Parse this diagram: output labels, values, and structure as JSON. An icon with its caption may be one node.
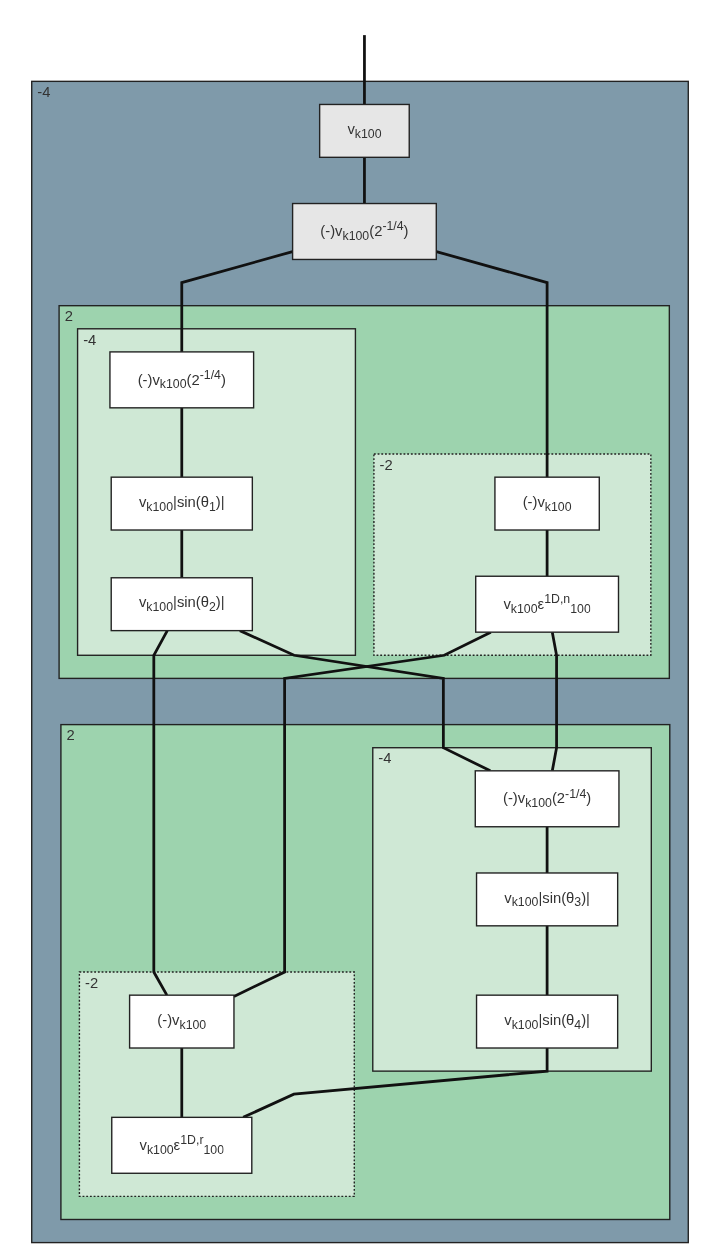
{
  "diagram": {
    "nodes": [
      {
        "text": [
          "-4"
        ]
      },
      {
        "text": [
          "v$_{k100}$"
        ],
        "in": 0
      },
      {
        "text": [
          "(-)v$_{k100}$(2$^{-1/4}$)"
        ],
        "in": 0
      },
      {
        "text": [
          "2"
        ],
        "in": 0
      },
      {
        "text": [
          "-4"
        ],
        "in": 3
      },
      {
        "text": [
          "(-)v$_{k100}$(2$^{-1/4}$)"
        ],
        "in": 4
      },
      {
        "text": [
          "v$_{k100}$|sin(θ$_{1}$)|"
        ],
        "in": 4
      },
      {
        "text": [
          "v$_{k100}$|sin(θ$_{2}$)|"
        ],
        "in": 4
      },
      {
        "text": [
          "-2"
        ],
        "in": 3
      },
      {
        "text": [
          "(-)v$_{k100}$"
        ],
        "in": 8
      },
      {
        "text": [
          "v$_{k100}$ε$^{1D,n}$$_{100}$"
        ],
        "in": 8
      },
      {
        "text": [
          "2"
        ],
        "in": 0
      },
      {
        "text": [
          "-4"
        ],
        "in": 11
      },
      {
        "text": [
          "(-)v$_{k100}$(2$^{-1/4}$)"
        ],
        "in": 12
      },
      {
        "text": [
          "v$_{k100}$|sin(θ$_{3}$)|"
        ],
        "in": 12
      },
      {
        "text": [
          "v$_{k100}$|sin(θ$_{4}$)|"
        ],
        "in": 12
      },
      {
        "text": [
          "-2"
        ],
        "in": 11
      },
      {
        "text": [
          "(-)v$_{k100}$"
        ],
        "in": 16
      },
      {
        "text": [
          "v$_{k100}$ε$^{1D,r}$$_{100}$"
        ],
        "in": 16
      }
    ],
    "edges": [
      {
        "from": null,
        "to": 1,
        "arrow": "none"
      },
      {
        "from": 1,
        "to": 2,
        "arrow": "none"
      },
      {
        "from": 2,
        "to": 5,
        "arrow": "none"
      },
      {
        "from": 2,
        "to": 9,
        "arrow": "none"
      },
      {
        "from": 5,
        "to": 6,
        "arrow": "none"
      },
      {
        "from": 6,
        "to": 7,
        "arrow": "none"
      },
      {
        "from": 9,
        "to": 10,
        "arrow": "none"
      },
      {
        "from": 7,
        "to": 13,
        "arrow": "none"
      },
      {
        "from": 7,
        "to": 17,
        "arrow": "none"
      },
      {
        "from": 10,
        "to": 13,
        "arrow": "none"
      },
      {
        "from": 10,
        "to": 17,
        "arrow": "none"
      },
      {
        "from": 13,
        "to": 14,
        "arrow": "none"
      },
      {
        "from": 14,
        "to": 15,
        "arrow": "none"
      },
      {
        "from": 17,
        "to": 18,
        "arrow": "none"
      },
      {
        "from": 15,
        "to": 18,
        "arrow": "none"
      }
    ]
  }
}
